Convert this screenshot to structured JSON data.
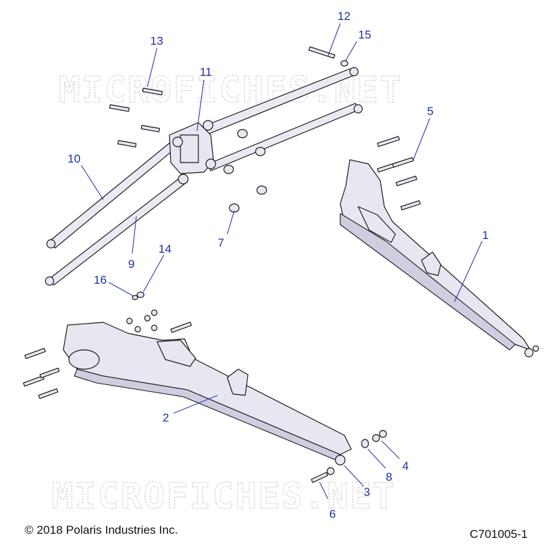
{
  "watermark": "MICROFICHES.NET",
  "footer": {
    "copyright": "© 2018 Polaris Industries Inc.",
    "diagram_code": "C701005-1"
  },
  "callouts": [
    "1",
    "2",
    "3",
    "4",
    "5",
    "6",
    "7",
    "8",
    "9",
    "10",
    "11",
    "12",
    "13",
    "14",
    "15",
    "16"
  ],
  "colors": {
    "callout": "#1f2fa8",
    "part_fill": "#e7e6f1",
    "outline": "#1a1a1a",
    "watermark": "#c9c9c9"
  }
}
